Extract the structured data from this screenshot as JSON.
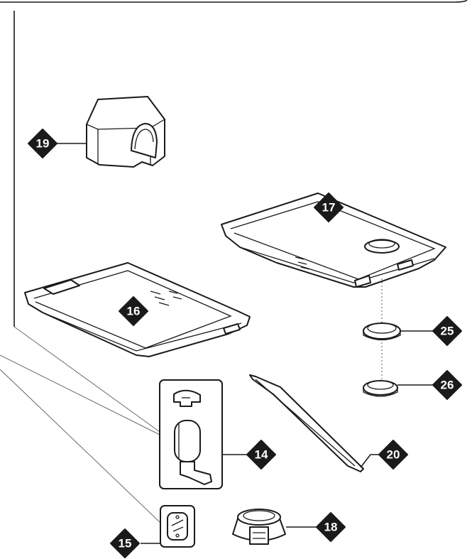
{
  "diagram": {
    "callouts": [
      {
        "id": "c19",
        "label": "19",
        "part": "hide-house"
      },
      {
        "id": "c17",
        "label": "17",
        "part": "upper-platform"
      },
      {
        "id": "c16",
        "label": "16",
        "part": "lower-platform"
      },
      {
        "id": "c25",
        "label": "25",
        "part": "ring-connector-a"
      },
      {
        "id": "c26",
        "label": "26",
        "part": "ring-connector-b"
      },
      {
        "id": "c14",
        "label": "14",
        "part": "water-bottle-set"
      },
      {
        "id": "c20",
        "label": "20",
        "part": "ramp"
      },
      {
        "id": "c15",
        "label": "15",
        "part": "clip"
      },
      {
        "id": "c18",
        "label": "18",
        "part": "food-bowl"
      }
    ],
    "colors": {
      "callout_fill": "#1a1a1a",
      "callout_text": "#ffffff",
      "line": "#1a1a1a",
      "background": "#ffffff"
    }
  }
}
